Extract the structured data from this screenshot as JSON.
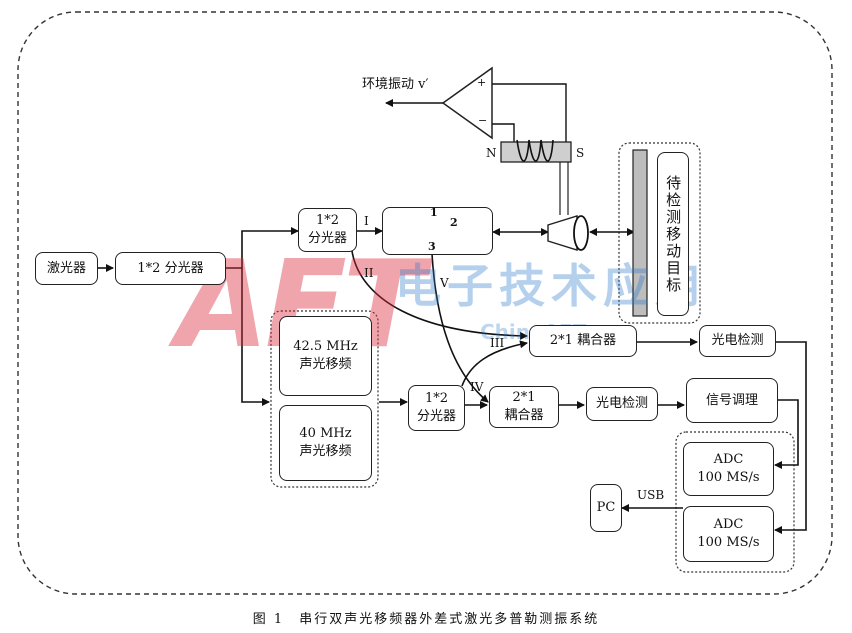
{
  "laser": "激光器",
  "splitter_main": "1*2 分光器",
  "splitter_top_l1": "1*2",
  "splitter_top_l2": "分光器",
  "splitter_bottom_l1": "1*2",
  "splitter_bottom_l2": "分光器",
  "circulator_ports": [
    "1",
    "2",
    "3"
  ],
  "aom_1_l1": "42.5 MHz",
  "aom_1_l2": "声光移频",
  "aom_2_l1": "40 MHz",
  "aom_2_l2": "声光移频",
  "coupler_top": "2*1 耦合器",
  "coupler_bottom_l1": "2*1",
  "coupler_bottom_l2": "耦合器",
  "photodetector_top": "光电检测",
  "photodetector_bottom": "光电检测",
  "signal_conditioning": "信号调理",
  "adc_1_l1": "ADC",
  "adc_1_l2": "100 MS/s",
  "adc_2_l1": "ADC",
  "adc_2_l2": "100 MS/s",
  "pc": "PC",
  "usb": "USB",
  "env_vibration": "环境振动 v′",
  "opamp_plus": "+",
  "opamp_minus": "−",
  "magnet_n": "N",
  "magnet_s": "S",
  "target": "待检测移动目标",
  "path_labels": [
    "I",
    "II",
    "III",
    "IV",
    "V"
  ],
  "caption": "图 1　串行双声光移频器外差式激光多普勒测振系统",
  "watermark_text": "AET",
  "watermark_cn": "电子技术应用",
  "watermark_url": "ChinaAET.com"
}
